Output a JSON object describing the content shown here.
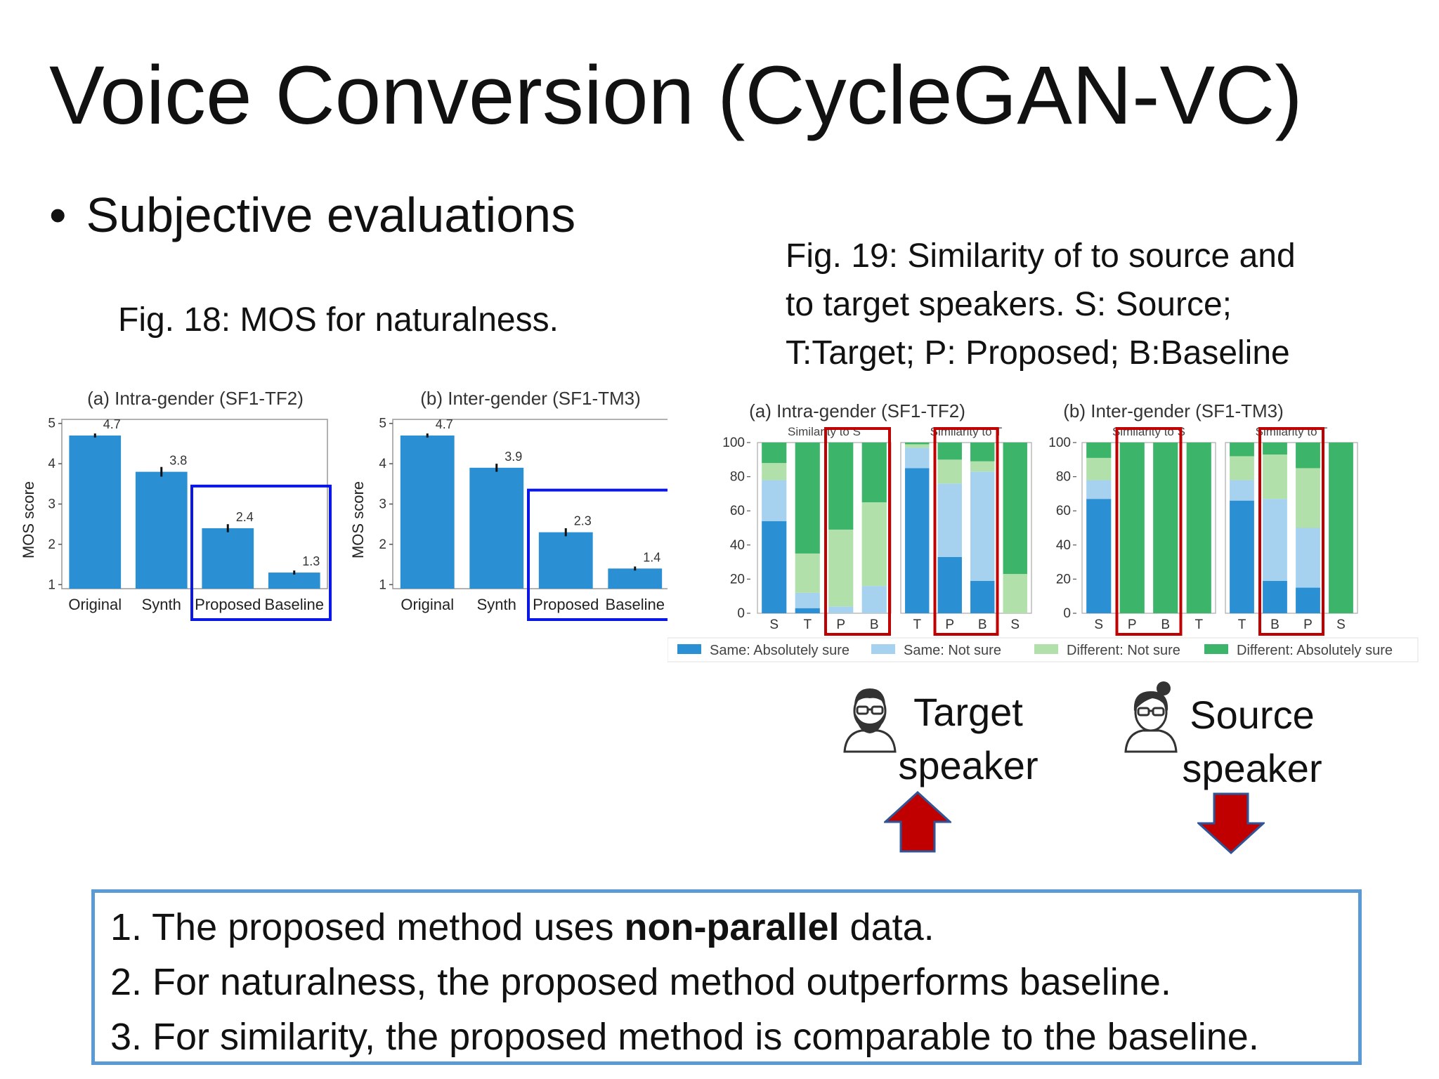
{
  "slide": {
    "title": "Voice Conversion (CycleGAN-VC)",
    "bullet": "Subjective evaluations",
    "bullet_symbol": "•",
    "fig18_caption": "Fig. 18: MOS for naturalness.",
    "fig19_caption_lines": [
      "Fig. 19: Similarity of to source and",
      "to target speakers. S: Source;",
      "T:Target; P: Proposed; B:Baseline"
    ]
  },
  "speakers": {
    "target": {
      "line1": "Target",
      "line2": "speaker",
      "icon": "bearded-man-avatar-icon",
      "arrow": "up-arrow-icon",
      "arrow_color": "#c00000"
    },
    "source": {
      "line1": "Source",
      "line2": "speaker",
      "icon": "woman-avatar-icon",
      "arrow": "down-arrow-icon",
      "arrow_color": "#c00000"
    }
  },
  "summary": {
    "line1_prefix": "1. The proposed method uses ",
    "line1_bold": "non-parallel",
    "line1_suffix": " data.",
    "line2": "2. For naturalness, the proposed method outperforms baseline.",
    "line3": "3. For similarity, the proposed method is comparable to the baseline.",
    "border_color": "#5b9bd5"
  },
  "chart_data": [
    {
      "type": "bar",
      "title": "(a) Intra-gender (SF1-TF2)",
      "ylabel": "MOS score",
      "xlabel": "",
      "ylim": [
        0.9,
        5.1
      ],
      "yticks": [
        1,
        2,
        3,
        4,
        5
      ],
      "categories": [
        "Original",
        "Synth",
        "Proposed",
        "Baseline"
      ],
      "values": [
        4.7,
        3.8,
        2.4,
        1.3
      ],
      "value_labels": [
        "4.7",
        "3.8",
        "2.4",
        "1.3"
      ],
      "errors": [
        0.05,
        0.12,
        0.1,
        0.05
      ],
      "color": "#2b8fd3",
      "highlight": {
        "categories": [
          "Proposed",
          "Baseline"
        ],
        "color": "#0a17e6"
      }
    },
    {
      "type": "bar",
      "title": "(b) Inter-gender (SF1-TM3)",
      "ylabel": "MOS score",
      "xlabel": "",
      "ylim": [
        0.9,
        5.1
      ],
      "yticks": [
        1,
        2,
        3,
        4,
        5
      ],
      "categories": [
        "Original",
        "Synth",
        "Proposed",
        "Baseline"
      ],
      "values": [
        4.7,
        3.9,
        2.3,
        1.4
      ],
      "value_labels": [
        "4.7",
        "3.9",
        "2.3",
        "1.4"
      ],
      "errors": [
        0.05,
        0.1,
        0.1,
        0.05
      ],
      "color": "#2b8fd3",
      "highlight": {
        "categories": [
          "Proposed",
          "Baseline"
        ],
        "color": "#0a17e6"
      }
    },
    {
      "type": "bar",
      "stacked": true,
      "title": "(a) Intra-gender (SF1-TF2)",
      "ylim": [
        0,
        100
      ],
      "yticks": [
        0,
        20,
        40,
        60,
        80,
        100
      ],
      "legend": [
        "Same: Absolutely sure",
        "Same: Not sure",
        "Different: Not sure",
        "Different: Absolutely sure"
      ],
      "legend_colors": [
        "#2b8fd3",
        "#a6d1ef",
        "#b2e0aa",
        "#3cb46a"
      ],
      "highlight_color": "#c00000",
      "groups": [
        {
          "subtitle": "Similarity to S",
          "categories": [
            "S",
            "T",
            "P",
            "B"
          ],
          "highlight": [
            "P",
            "B"
          ],
          "series": [
            {
              "name": "Same: Absolutely sure",
              "values": [
                54,
                3,
                0,
                0
              ]
            },
            {
              "name": "Same: Not sure",
              "values": [
                24,
                9,
                4,
                16
              ]
            },
            {
              "name": "Different: Not sure",
              "values": [
                10,
                23,
                45,
                49
              ]
            },
            {
              "name": "Different: Absolutely sure",
              "values": [
                12,
                65,
                51,
                35
              ]
            }
          ]
        },
        {
          "subtitle": "Similarity to T",
          "categories": [
            "T",
            "P",
            "B",
            "S"
          ],
          "highlight": [
            "P",
            "B"
          ],
          "series": [
            {
              "name": "Same: Absolutely sure",
              "values": [
                85,
                33,
                19,
                0
              ]
            },
            {
              "name": "Same: Not sure",
              "values": [
                12,
                43,
                64,
                0
              ]
            },
            {
              "name": "Different: Not sure",
              "values": [
                2,
                14,
                6,
                23
              ]
            },
            {
              "name": "Different: Absolutely sure",
              "values": [
                1,
                10,
                11,
                77
              ]
            }
          ]
        }
      ]
    },
    {
      "type": "bar",
      "stacked": true,
      "title": "(b) Inter-gender (SF1-TM3)",
      "ylim": [
        0,
        100
      ],
      "yticks": [
        0,
        20,
        40,
        60,
        80,
        100
      ],
      "legend": [
        "Same: Absolutely sure",
        "Same: Not sure",
        "Different: Not sure",
        "Different: Absolutely sure"
      ],
      "legend_colors": [
        "#2b8fd3",
        "#a6d1ef",
        "#b2e0aa",
        "#3cb46a"
      ],
      "highlight_color": "#c00000",
      "groups": [
        {
          "subtitle": "Similarity to S",
          "categories": [
            "S",
            "P",
            "B",
            "T"
          ],
          "highlight": [
            "P",
            "B"
          ],
          "series": [
            {
              "name": "Same: Absolutely sure",
              "values": [
                67,
                0,
                0,
                0
              ]
            },
            {
              "name": "Same: Not sure",
              "values": [
                11,
                0,
                0,
                0
              ]
            },
            {
              "name": "Different: Not sure",
              "values": [
                13,
                0,
                0,
                0
              ]
            },
            {
              "name": "Different: Absolutely sure",
              "values": [
                9,
                100,
                100,
                100
              ]
            }
          ]
        },
        {
          "subtitle": "Similarity to T",
          "categories": [
            "T",
            "B",
            "P",
            "S"
          ],
          "highlight": [
            "B",
            "P"
          ],
          "series": [
            {
              "name": "Same: Absolutely sure",
              "values": [
                66,
                19,
                15,
                0
              ]
            },
            {
              "name": "Same: Not sure",
              "values": [
                12,
                48,
                35,
                0
              ]
            },
            {
              "name": "Different: Not sure",
              "values": [
                14,
                26,
                35,
                0
              ]
            },
            {
              "name": "Different: Absolutely sure",
              "values": [
                8,
                7,
                15,
                100
              ]
            }
          ]
        }
      ]
    }
  ]
}
